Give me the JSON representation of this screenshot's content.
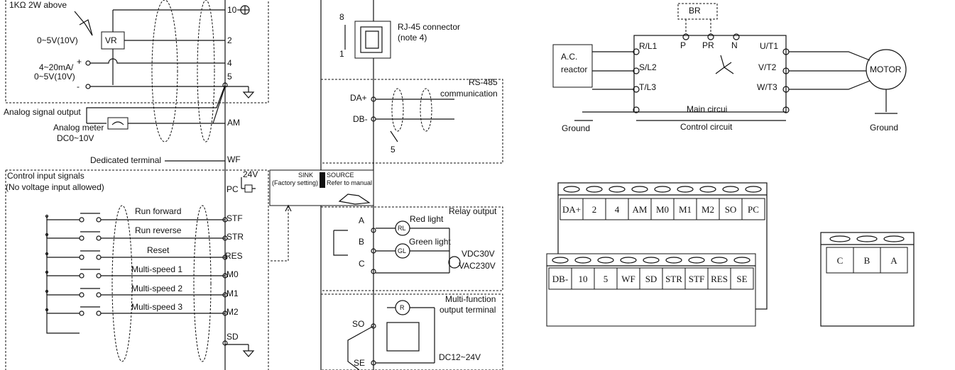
{
  "left": {
    "top_labels": {
      "pot_note": "1KΩ 2W above",
      "vr": "VR",
      "voltage_in": "0~5V(10V)",
      "current_in_1": "4~20mA/",
      "current_in_2": "0~5V(10V)",
      "plus": "+",
      "minus": "-",
      "analog_output": "Analog signal output",
      "meter_1": "Analog meter",
      "meter_2": "DC0~10V",
      "dedicated": "Dedicated terminal",
      "ctrl_1": "Control input signals",
      "ctrl_2": "(No voltage input allowed)",
      "v24": "24V"
    },
    "terminals": [
      "10",
      "2",
      "4",
      "5",
      "AM",
      "WF",
      "PC",
      "STF",
      "STR",
      "RES",
      "M0",
      "M1",
      "M2",
      "SD"
    ],
    "inputs": [
      "Run forward",
      "Run reverse",
      "Reset",
      "Multi-speed 1",
      "Multi-speed 2",
      "Multi-speed 3"
    ]
  },
  "center": {
    "rj45": "RJ-45 connector",
    "rj45_note": "(note 4)",
    "pin_8": "8",
    "pin_1": "1",
    "rs485_1": "RS-485",
    "rs485_2": "communication",
    "da": "DA+",
    "db": "DB-",
    "five": "5",
    "sink": "SINK",
    "source": "SOURCE",
    "factory": "(Factory setting)",
    "refer": "Refer to manual",
    "relay": "Relay output",
    "a": "A",
    "b": "B",
    "c": "C",
    "rl": "RL",
    "gl": "GL",
    "red": "Red light",
    "green": "Green light",
    "vdc": "VDC30V",
    "vac": "VAC230V",
    "mf_1": "Multi-function",
    "mf_2": "output terminal",
    "so": "SO",
    "se": "SE",
    "r": "R",
    "dc": "DC12~24V"
  },
  "main": {
    "br": "BR",
    "p": "P",
    "pr": "PR",
    "n": "N",
    "reactor_1": "A.C.",
    "reactor_2": "reactor",
    "r": "R/L1",
    "s": "S/L2",
    "t": "T/L3",
    "u": "U/T1",
    "v": "V/T2",
    "wt": "W/T3",
    "motor": "MOTOR",
    "main_circuit": "Main circui",
    "control_circuit": "Control circuit",
    "ground_l": "Ground",
    "ground_r": "Ground"
  },
  "blocks": {
    "top": [
      "DA+",
      "2",
      "4",
      "AM",
      "M0",
      "M1",
      "M2",
      "SO",
      "PC"
    ],
    "bottom": [
      "DB-",
      "10",
      "5",
      "WF",
      "SD",
      "STR",
      "STF",
      "RES",
      "SE"
    ],
    "relay": [
      "C",
      "B",
      "A"
    ]
  }
}
